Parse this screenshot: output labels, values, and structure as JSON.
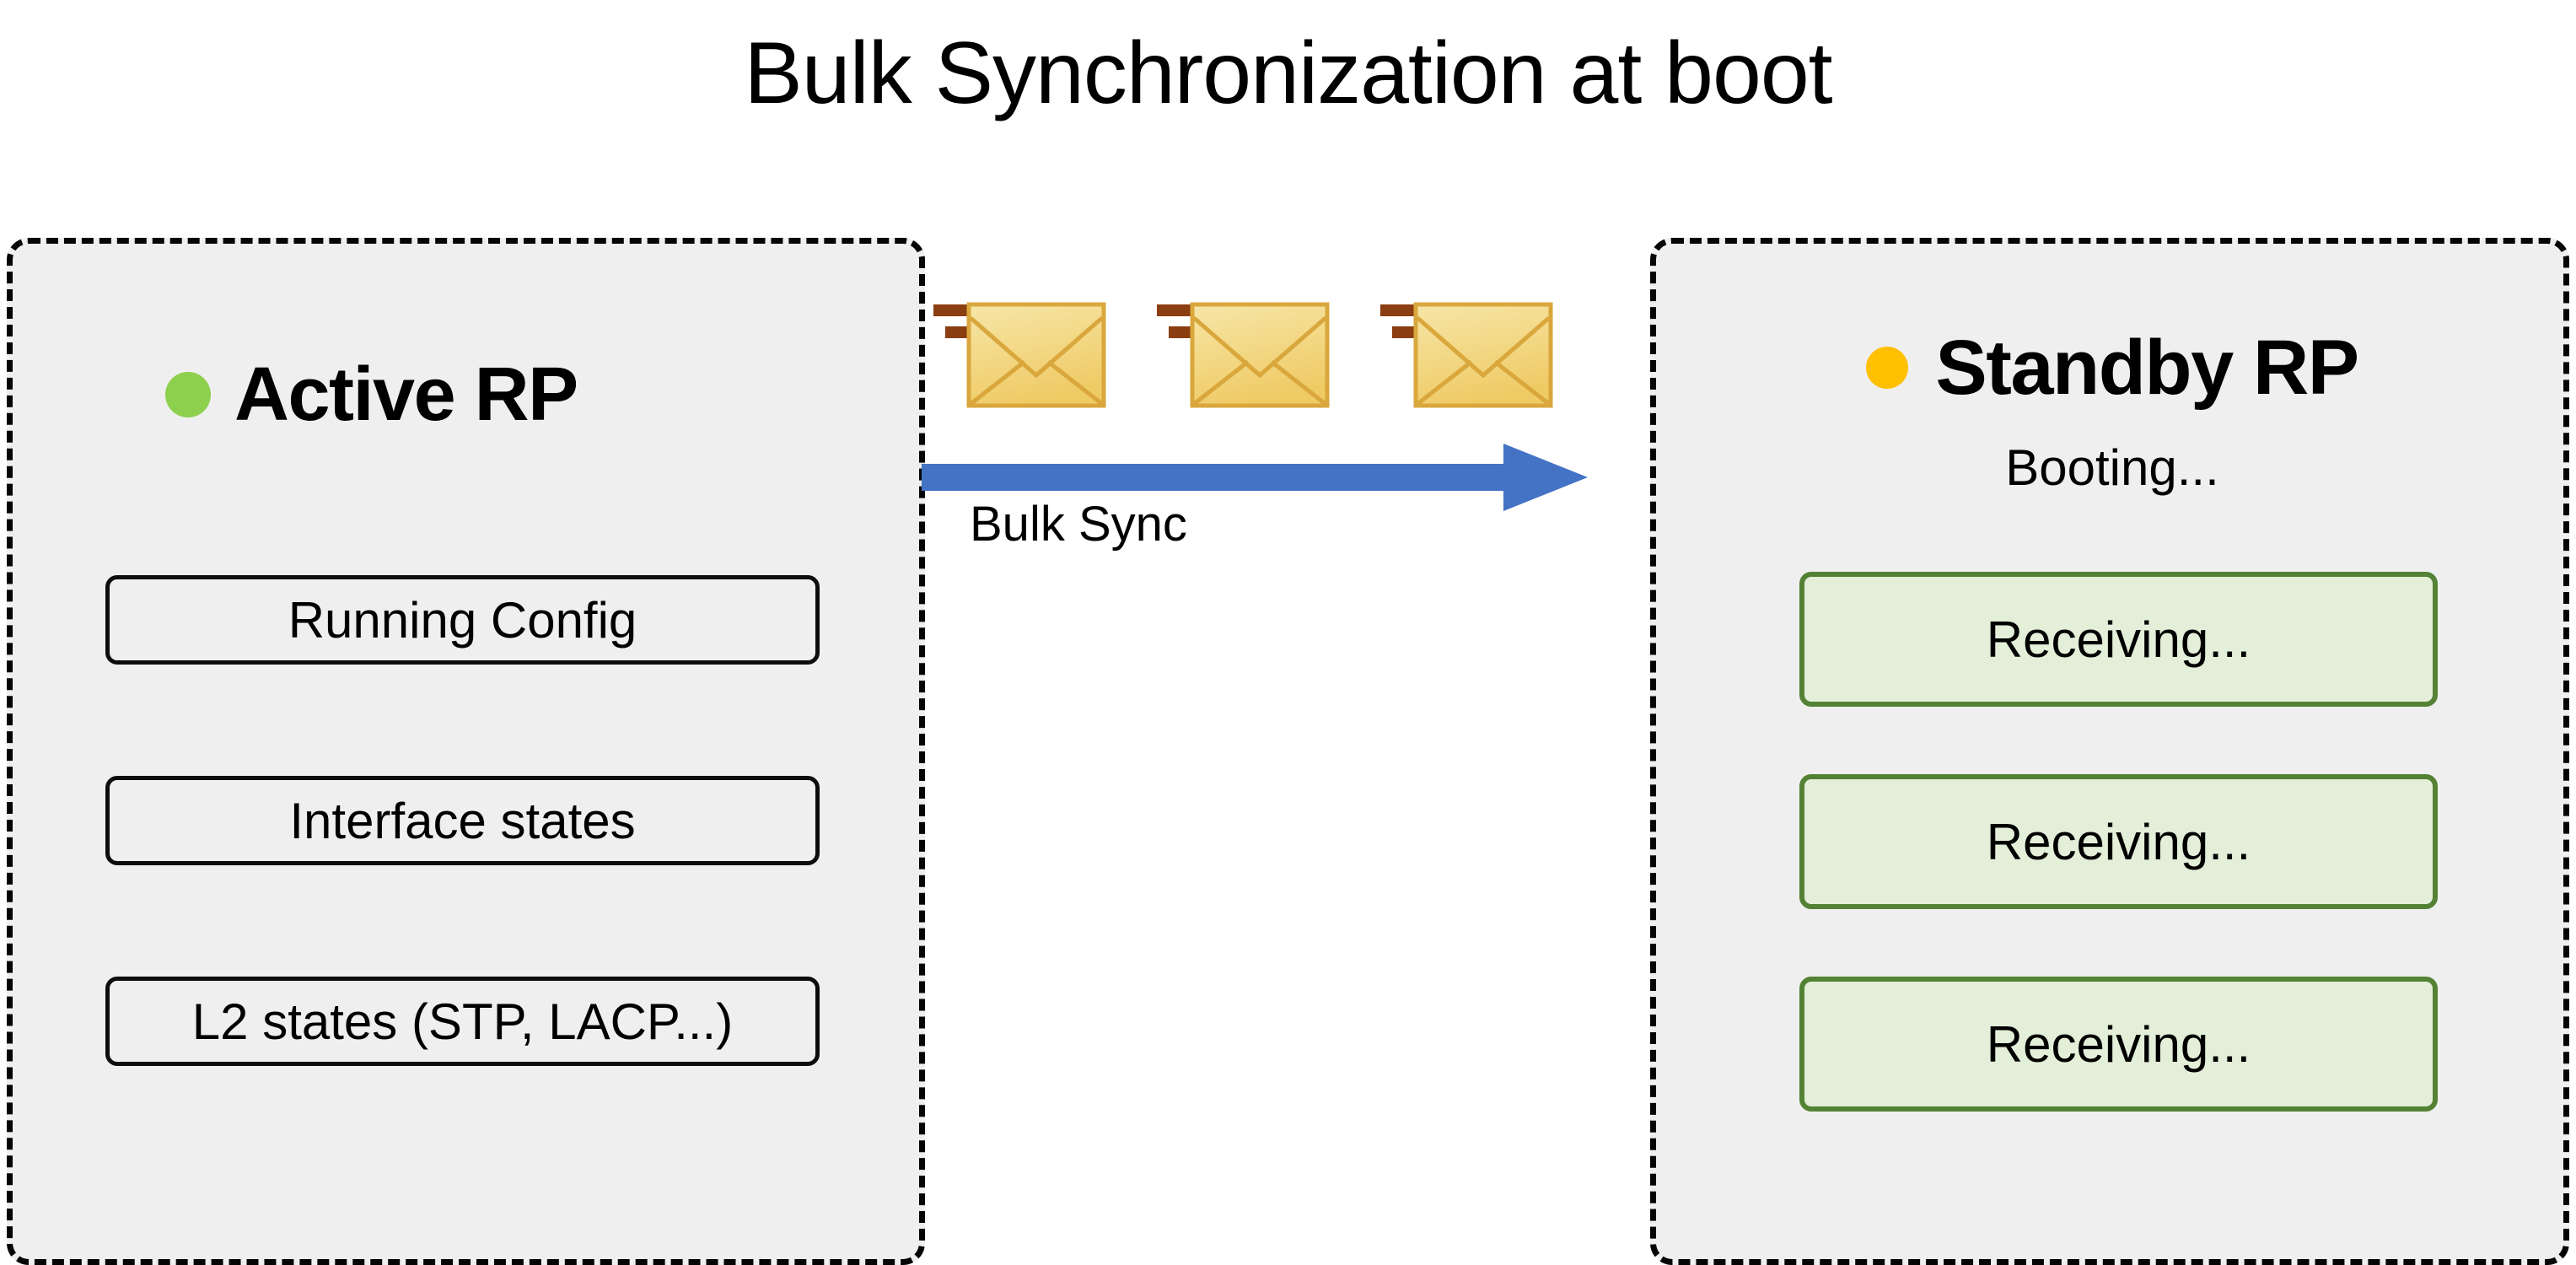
{
  "title": "Bulk Synchronization at boot",
  "active_panel": {
    "status_dot_color": "#8DD04E",
    "heading": "Active RP",
    "items": [
      {
        "label": "Running Config"
      },
      {
        "label": "Interface states"
      },
      {
        "label": "L2 states (STP, LACP...)"
      }
    ]
  },
  "standby_panel": {
    "status_dot_color": "#FFC000",
    "heading": "Standby RP",
    "substatus": "Booting...",
    "items": [
      {
        "label": "Receiving..."
      },
      {
        "label": "Receiving..."
      },
      {
        "label": "Receiving..."
      }
    ]
  },
  "transfer": {
    "arrow_label": "Bulk Sync",
    "arrow_color": "#4472C4",
    "envelope_count": 3,
    "envelope_fill": "#F2D17C",
    "envelope_border": "#D9A73C",
    "envelope_motion_line_color": "#8B3E11"
  },
  "colors": {
    "panel_fill": "#EFEFEF",
    "panel_border": "#050505",
    "item_box_border": "#0D0D0D",
    "recv_box_fill": "#E3EFD9",
    "recv_box_border": "#548235",
    "background": "#FFFFFF"
  }
}
